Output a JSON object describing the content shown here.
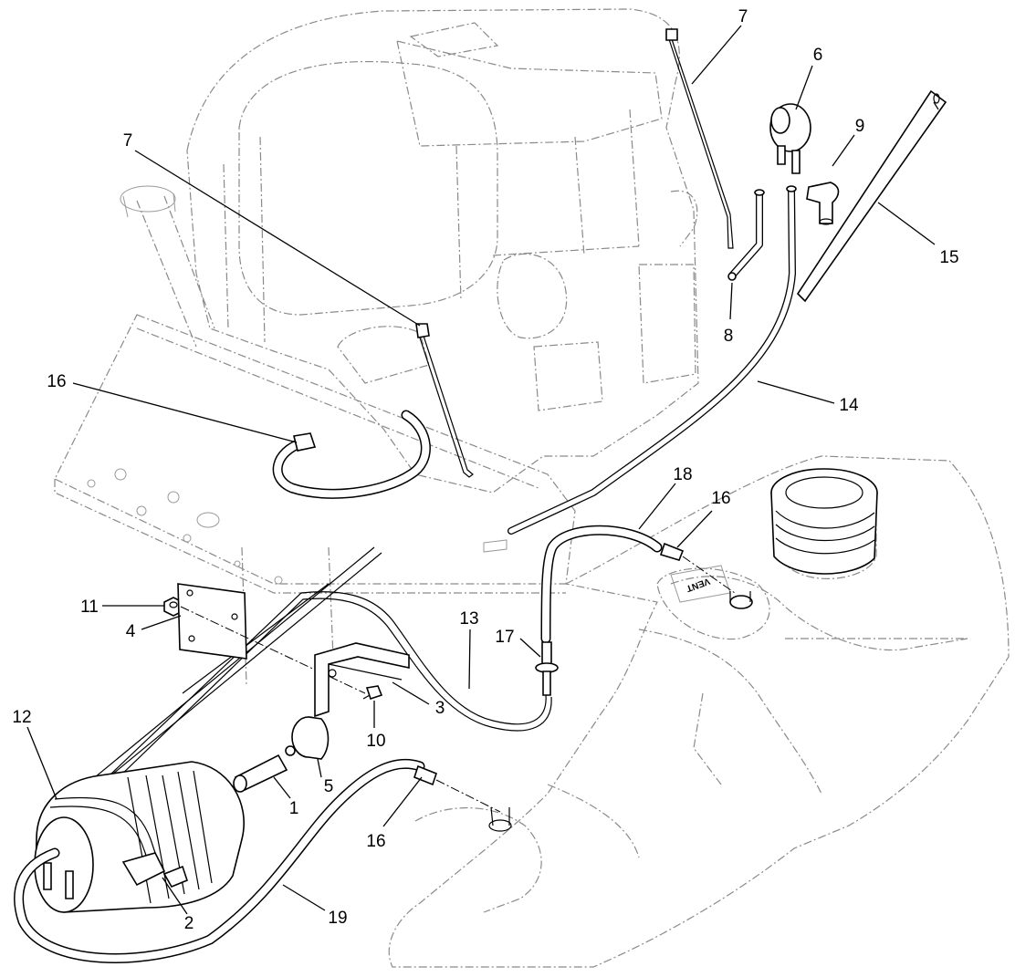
{
  "callouts": [
    {
      "id": "c7a",
      "text": "7"
    },
    {
      "id": "c6",
      "text": "6"
    },
    {
      "id": "c7b",
      "text": "7"
    },
    {
      "id": "c9",
      "text": "9"
    },
    {
      "id": "c15",
      "text": "15"
    },
    {
      "id": "c8",
      "text": "8"
    },
    {
      "id": "c16a",
      "text": "16"
    },
    {
      "id": "c14",
      "text": "14"
    },
    {
      "id": "c18",
      "text": "18"
    },
    {
      "id": "c16b",
      "text": "16"
    },
    {
      "id": "c11",
      "text": "11"
    },
    {
      "id": "c4",
      "text": "4"
    },
    {
      "id": "c13",
      "text": "13"
    },
    {
      "id": "c17",
      "text": "17"
    },
    {
      "id": "c12",
      "text": "12"
    },
    {
      "id": "c3",
      "text": "3"
    },
    {
      "id": "c10",
      "text": "10"
    },
    {
      "id": "c5",
      "text": "5"
    },
    {
      "id": "c1",
      "text": "1"
    },
    {
      "id": "c16c",
      "text": "16"
    },
    {
      "id": "c2",
      "text": "2"
    },
    {
      "id": "c19",
      "text": "19"
    }
  ],
  "tank_stamp": "VENT"
}
